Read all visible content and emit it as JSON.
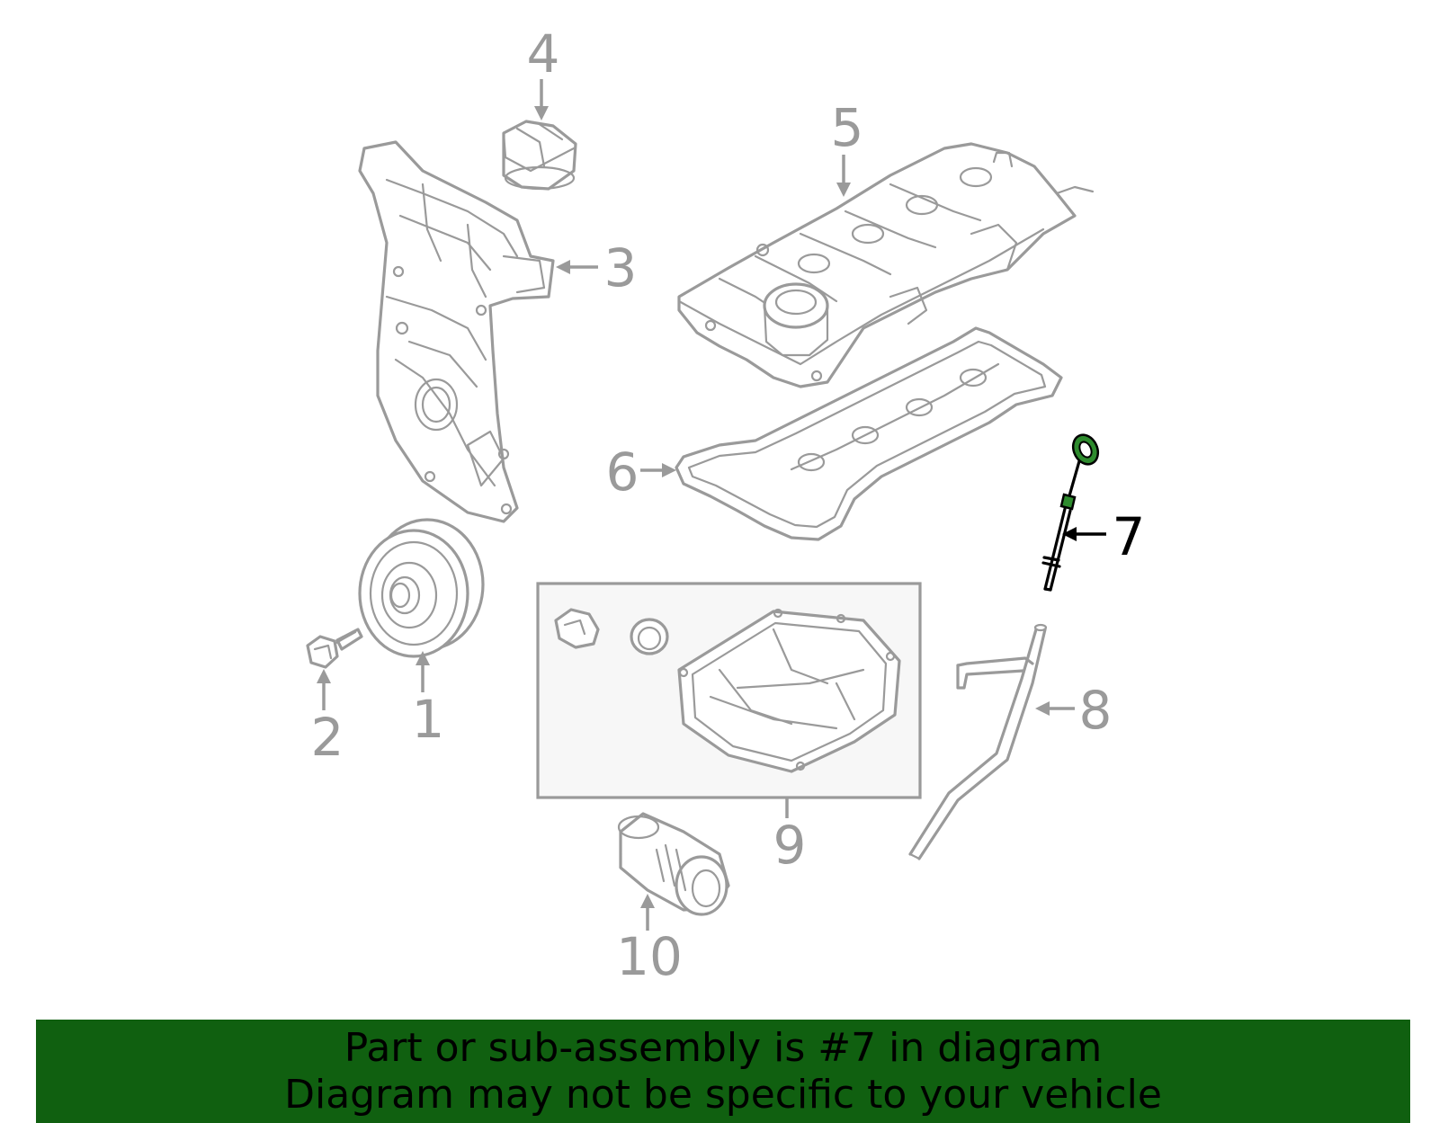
{
  "callouts": [
    {
      "id": "1",
      "label": "1"
    },
    {
      "id": "2",
      "label": "2"
    },
    {
      "id": "3",
      "label": "3"
    },
    {
      "id": "4",
      "label": "4"
    },
    {
      "id": "5",
      "label": "5"
    },
    {
      "id": "6",
      "label": "6"
    },
    {
      "id": "7",
      "label": "7"
    },
    {
      "id": "8",
      "label": "8"
    },
    {
      "id": "9",
      "label": "9"
    },
    {
      "id": "10",
      "label": "10"
    }
  ],
  "highlighted_part": "7",
  "colors": {
    "parts": "#9a9a9a",
    "highlight": "#000000",
    "highlight_fill": "#2e8b2e",
    "banner_bg": "#106010",
    "banner_text": "#000000"
  },
  "banner": {
    "line1": "Part or sub-assembly is #7 in diagram",
    "line2": "Diagram may not be specific to your vehicle"
  }
}
